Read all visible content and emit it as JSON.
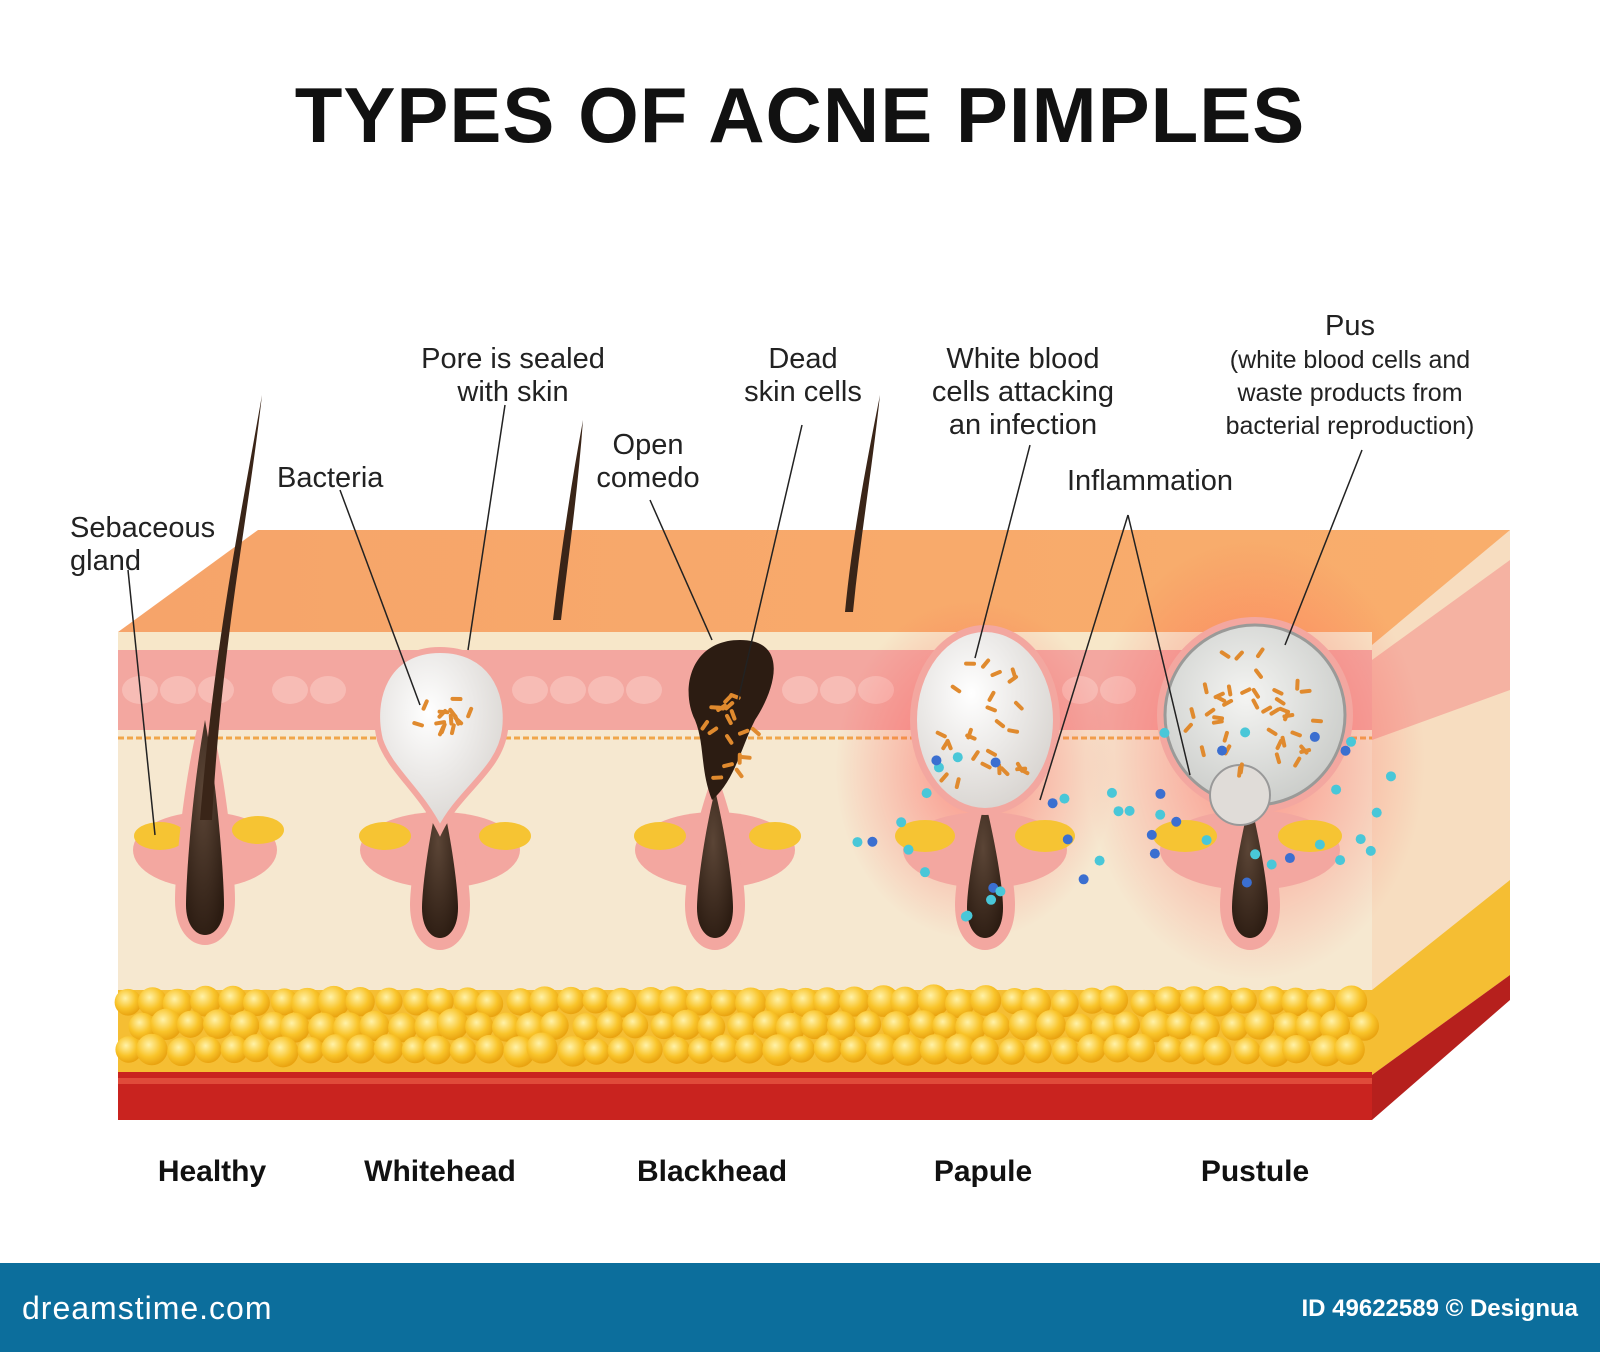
{
  "title": "TYPES OF ACNE PIMPLES",
  "labels": {
    "sebaceous_gland": [
      "Sebaceous",
      "gland"
    ],
    "bacteria": [
      "Bacteria"
    ],
    "pore_sealed": [
      "Pore is sealed",
      "with skin"
    ],
    "open_comedo": [
      "Open",
      "comedo"
    ],
    "dead_skin": [
      "Dead",
      "skin cells"
    ],
    "white_blood": [
      "White blood",
      "cells attacking",
      "an infection"
    ],
    "inflammation": [
      "Inflammation"
    ],
    "pus": [
      "Pus",
      "(white blood cells and",
      "waste products from",
      "bacterial reproduction)"
    ]
  },
  "types": [
    "Healthy",
    "Whitehead",
    "Blackhead",
    "Papule",
    "Pustule"
  ],
  "footer": {
    "brand": "dreamstime.com",
    "id_credit": "ID 49622589 © Designua"
  },
  "colors": {
    "epidermis_top": "#f9a860",
    "skin_layer": "#f3a7a0",
    "dermis": "#f6e8d0",
    "fat": "#f7c027",
    "muscle": "#c9231f",
    "hair": "#3a2518",
    "footer_bg": "#0c6e9c"
  }
}
